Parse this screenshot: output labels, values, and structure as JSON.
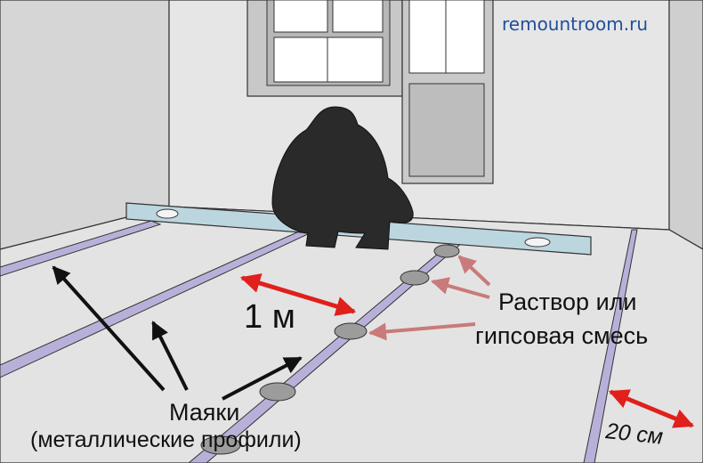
{
  "watermark": "remountroom.ru",
  "labels": {
    "spacing_1m": "1 м",
    "mortar_line1": "Раствор или",
    "mortar_line2": "гипсовая смесь",
    "beacons_line1": "Маяки",
    "beacons_line2": "(металлические профили)",
    "wall_gap": "20 см"
  },
  "colors": {
    "arrow_red": "#e0201c",
    "arrow_pink": "#c97a7a",
    "arrow_black": "#111111",
    "profile_stripe": "#b9b0da",
    "level_bar": "#bcd6df",
    "watermark": "#1f4f9a"
  }
}
